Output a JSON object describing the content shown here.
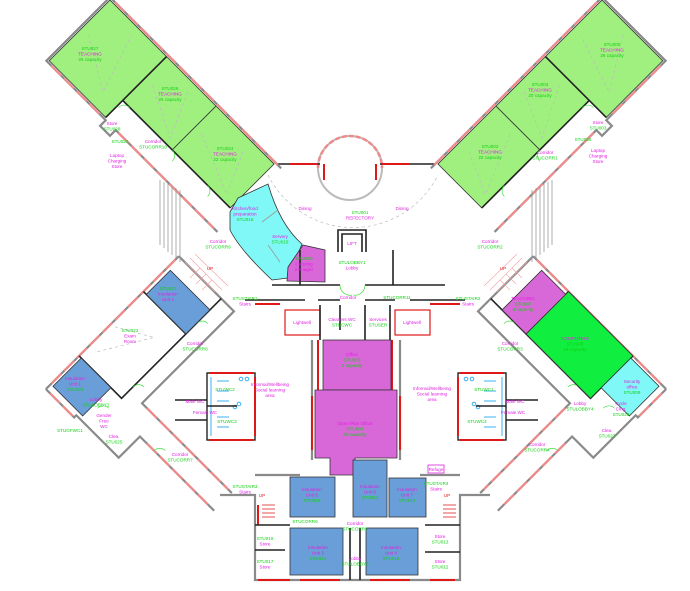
{
  "colors": {
    "teaching": "#a0f080",
    "kitchen": "#80f8f8",
    "office": "#d868d8",
    "insulation": "#6a9ed8",
    "computing": "#10ee40",
    "label_id": "#10d010",
    "label_name": "#e020e0",
    "label_stair": "#e01818"
  },
  "labels": {
    "stu027": [
      {
        "t": "STU027",
        "c": "g"
      },
      {
        "t": "TEACHING",
        "c": "m"
      },
      {
        "t": "26 capacity",
        "c": "g"
      }
    ],
    "stu026": [
      {
        "t": "STU026",
        "c": "g"
      },
      {
        "t": "TEACHING",
        "c": "m"
      },
      {
        "t": "26 capacity",
        "c": "g"
      }
    ],
    "stu024": [
      {
        "t": "STU024",
        "c": "g"
      },
      {
        "t": "TEACHING",
        "c": "m"
      },
      {
        "t": "22 capacity",
        "c": "g"
      }
    ],
    "store_l": [
      {
        "t": "Store",
        "c": "m"
      },
      {
        "t": "STU028",
        "c": "g"
      }
    ],
    "stu029": [
      {
        "t": "STU029",
        "c": "g"
      }
    ],
    "laptop_l": [
      {
        "t": "Laptop",
        "c": "m"
      },
      {
        "t": "Charging",
        "c": "m"
      },
      {
        "t": "Store",
        "c": "m"
      }
    ],
    "corr10": [
      {
        "t": "Corridor",
        "c": "m"
      },
      {
        "t": "STUCORR10",
        "c": "g"
      }
    ],
    "kitchen": [
      {
        "t": "Kitchen/food",
        "c": "m"
      },
      {
        "t": "preparation",
        "c": "m"
      },
      {
        "t": "STU018",
        "c": "g"
      }
    ],
    "servery": [
      {
        "t": "Servery",
        "c": "m"
      },
      {
        "t": "STU019",
        "c": "g"
      }
    ],
    "catering": [
      {
        "t": "STU020",
        "c": "g"
      },
      {
        "t": "Catering",
        "c": "m"
      },
      {
        "t": "manager",
        "c": "m"
      }
    ],
    "dining_l": [
      {
        "t": "Dining",
        "c": "m"
      }
    ],
    "dining_r": [
      {
        "t": "Dining",
        "c": "m"
      }
    ],
    "refectory": [
      {
        "t": "STU001",
        "c": "g"
      },
      {
        "t": "REFECTORY",
        "c": "m"
      }
    ],
    "lift": [
      {
        "t": "LIFT",
        "c": "m"
      }
    ],
    "lobby_c": [
      {
        "t": "STULOBBY1",
        "c": "g"
      },
      {
        "t": "Lobby",
        "c": "m"
      }
    ],
    "corr9": [
      {
        "t": "Corridor",
        "c": "m"
      },
      {
        "t": "STUCORR9",
        "c": "g"
      }
    ],
    "corr2": [
      {
        "t": "Corridor",
        "c": "m"
      },
      {
        "t": "STUCORR2",
        "c": "g"
      }
    ],
    "corr_c": [
      {
        "t": "Corridor",
        "c": "m"
      }
    ],
    "corr11": [
      {
        "t": "STUCORR11",
        "c": "g"
      }
    ],
    "stair_l": [
      {
        "t": "UP",
        "c": "r"
      }
    ],
    "stair_r": [
      {
        "t": "UP",
        "c": "r"
      }
    ],
    "stairs1": [
      {
        "t": "STUSTAIR1",
        "c": "g"
      },
      {
        "t": "Stairs",
        "c": "m"
      }
    ],
    "stairs2": [
      {
        "t": "STUSTAIR2",
        "c": "g"
      },
      {
        "t": "Stairs",
        "c": "m"
      }
    ],
    "lightwell_l": [
      {
        "t": "Lightwell",
        "c": "m"
      }
    ],
    "lightwell_r": [
      {
        "t": "Lightwell",
        "c": "m"
      }
    ],
    "cleaners": [
      {
        "t": "Cleaners WC",
        "c": "m"
      },
      {
        "t": "STUCWC",
        "c": "g"
      }
    ],
    "services": [
      {
        "t": "Services",
        "c": "m"
      },
      {
        "t": "STUSER",
        "c": "g"
      }
    ],
    "office": [
      {
        "t": "Office",
        "c": "m"
      },
      {
        "t": "STU003",
        "c": "g"
      },
      {
        "t": "2 capacity",
        "c": "g"
      }
    ],
    "openplan": [
      {
        "t": "Open Plan Office",
        "c": "m"
      },
      {
        "t": "STU004",
        "c": "g"
      },
      {
        "t": "60 capacity",
        "c": "g"
      }
    ],
    "informal_l": [
      {
        "t": "Informal/Wellbeing",
        "c": "m"
      },
      {
        "t": "Social learning",
        "c": "m"
      },
      {
        "t": "area",
        "c": "m"
      }
    ],
    "informal_r": [
      {
        "t": "Informal/Wellbeing",
        "c": "m"
      },
      {
        "t": "Social learning",
        "c": "m"
      },
      {
        "t": "area",
        "c": "m"
      }
    ],
    "unit2": [
      {
        "t": "STU021",
        "c": "g"
      },
      {
        "t": "Insulation",
        "c": "m"
      },
      {
        "t": "Unit 2",
        "c": "m"
      }
    ],
    "exam": [
      {
        "t": "STU022",
        "c": "g"
      },
      {
        "t": "Exam",
        "c": "m"
      },
      {
        "t": "Room",
        "c": "m"
      }
    ],
    "unit1": [
      {
        "t": "Insulation",
        "c": "m"
      },
      {
        "t": "Unit 1",
        "c": "m"
      },
      {
        "t": "STU023",
        "c": "g"
      }
    ],
    "lobby_l": [
      {
        "t": "Lobby",
        "c": "m"
      },
      {
        "t": "STULOBBY2",
        "c": "g"
      }
    ],
    "corr8": [
      {
        "t": "Corridor",
        "c": "m"
      },
      {
        "t": "STUCORR8",
        "c": "g"
      }
    ],
    "wc2": [
      {
        "t": "STUWC2",
        "c": "g"
      }
    ],
    "male_l": [
      {
        "t": "Male WC",
        "c": "m"
      }
    ],
    "female_l": [
      {
        "t": "Female WC",
        "c": "m"
      }
    ],
    "wc3": [
      {
        "t": "STUWC3",
        "c": "g"
      }
    ],
    "gfwc": [
      {
        "t": "Gender",
        "c": "m"
      },
      {
        "t": "Free",
        "c": "m"
      },
      {
        "t": "WC",
        "c": "m"
      }
    ],
    "gfwc1": [
      {
        "t": "STUGFWC1",
        "c": "g"
      }
    ],
    "clea_l": [
      {
        "t": "Clea.",
        "c": "m"
      },
      {
        "t": "STU025",
        "c": "g"
      }
    ],
    "corr7": [
      {
        "t": "Corridor",
        "c": "m"
      },
      {
        "t": "STUCORR7",
        "c": "g"
      }
    ],
    "stairs3": [
      {
        "t": "STUSTAIR3",
        "c": "g"
      },
      {
        "t": "Stairs",
        "c": "m"
      }
    ],
    "up3": [
      {
        "t": "UP",
        "c": "r"
      }
    ],
    "unit5": [
      {
        "t": "Insulation",
        "c": "m"
      },
      {
        "t": "Unit 5",
        "c": "m"
      },
      {
        "t": "STU010",
        "c": "g"
      }
    ],
    "unit6": [
      {
        "t": "Insulation",
        "c": "m"
      },
      {
        "t": "Unit 6",
        "c": "m"
      },
      {
        "t": "STU011",
        "c": "g"
      }
    ],
    "unit7": [
      {
        "t": "Insulation",
        "c": "m"
      },
      {
        "t": "Unit 7",
        "c": "m"
      },
      {
        "t": "STU012",
        "c": "g"
      }
    ],
    "corr6": [
      {
        "t": "STUCORR6",
        "c": "g"
      }
    ],
    "corr5": [
      {
        "t": "Corridor",
        "c": "m"
      },
      {
        "t": "STUCORR5",
        "c": "g"
      }
    ],
    "unit3": [
      {
        "t": "Insulation",
        "c": "m"
      },
      {
        "t": "Unit 3",
        "c": "m"
      },
      {
        "t": "STU014",
        "c": "g"
      }
    ],
    "unit4": [
      {
        "t": "Insulation",
        "c": "m"
      },
      {
        "t": "Unit 4",
        "c": "m"
      },
      {
        "t": "STU015",
        "c": "g"
      }
    ],
    "store16": [
      {
        "t": "STU016",
        "c": "g"
      },
      {
        "t": "Store",
        "c": "m"
      }
    ],
    "store17": [
      {
        "t": "STU017",
        "c": "g"
      },
      {
        "t": "Store",
        "c": "m"
      }
    ],
    "lobby_b": [
      {
        "t": "Lobby",
        "c": "m"
      },
      {
        "t": "STULOBBY3",
        "c": "g"
      }
    ],
    "store13": [
      {
        "t": "Store",
        "c": "m"
      },
      {
        "t": "STU013",
        "c": "g"
      }
    ],
    "store12": [
      {
        "t": "Store",
        "c": "m"
      },
      {
        "t": "STU012",
        "c": "g"
      }
    ],
    "refuge": [
      {
        "t": "Refuge",
        "c": "m"
      }
    ],
    "stairs4": [
      {
        "t": "STUSTAIR4",
        "c": "g"
      },
      {
        "t": "Stairs",
        "c": "m"
      }
    ],
    "up4": [
      {
        "t": "UP",
        "c": "r"
      }
    ],
    "teach7": [
      {
        "t": "TEACHING",
        "c": "m"
      },
      {
        "t": "STU007",
        "c": "g"
      },
      {
        "t": "8 capacity",
        "c": "g"
      }
    ],
    "computing": [
      {
        "t": "COMPUTING",
        "c": "m"
      },
      {
        "t": "STU008",
        "c": "g"
      },
      {
        "t": "16 capacity",
        "c": "g"
      }
    ],
    "security": [
      {
        "t": "Security",
        "c": "m"
      },
      {
        "t": "office",
        "c": "m"
      },
      {
        "t": "STU009",
        "c": "g"
      }
    ],
    "lobby_r": [
      {
        "t": "Lobby",
        "c": "m"
      },
      {
        "t": "STULOBBY4",
        "c": "g"
      }
    ],
    "wc1": [
      {
        "t": "STUWC1",
        "c": "g"
      }
    ],
    "male_r": [
      {
        "t": "Male WC",
        "c": "m"
      }
    ],
    "female_r": [
      {
        "t": "Female WC",
        "c": "m"
      }
    ],
    "wc4": [
      {
        "t": "STUWC4",
        "c": "g"
      }
    ],
    "corr3": [
      {
        "t": "Corridor",
        "c": "m"
      },
      {
        "t": "STUCORR3",
        "c": "g"
      }
    ],
    "corr4": [
      {
        "t": "Corridor",
        "c": "m"
      },
      {
        "t": "STUCORR4",
        "c": "g"
      }
    ],
    "cycle": [
      {
        "t": "Cycle",
        "c": "m"
      },
      {
        "t": "Clng.",
        "c": "m"
      },
      {
        "t": "STU026",
        "c": "g"
      }
    ],
    "clea_r": [
      {
        "t": "Clea.",
        "c": "m"
      },
      {
        "t": "STU027",
        "c": "g"
      }
    ],
    "stu005": [
      {
        "t": "STU005",
        "c": "g"
      },
      {
        "t": "TEACHING",
        "c": "m"
      },
      {
        "t": "26 capacity",
        "c": "g"
      }
    ],
    "stu004": [
      {
        "t": "STU004",
        "c": "g"
      },
      {
        "t": "TEACHING",
        "c": "m"
      },
      {
        "t": "20 capacity",
        "c": "g"
      }
    ],
    "stu002": [
      {
        "t": "STU002",
        "c": "g"
      },
      {
        "t": "TEACHING",
        "c": "m"
      },
      {
        "t": "22 capacity",
        "c": "g"
      }
    ],
    "store_r": [
      {
        "t": "Store",
        "c": "m"
      },
      {
        "t": "STU003",
        "c": "g"
      }
    ],
    "stu006": [
      {
        "t": "STU006",
        "c": "g"
      }
    ],
    "laptop_r": [
      {
        "t": "Laptop",
        "c": "m"
      },
      {
        "t": "Charging",
        "c": "m"
      },
      {
        "t": "Store",
        "c": "m"
      }
    ],
    "corr1": [
      {
        "t": "Corridor",
        "c": "m"
      },
      {
        "t": "STUCORR1",
        "c": "g"
      }
    ]
  }
}
